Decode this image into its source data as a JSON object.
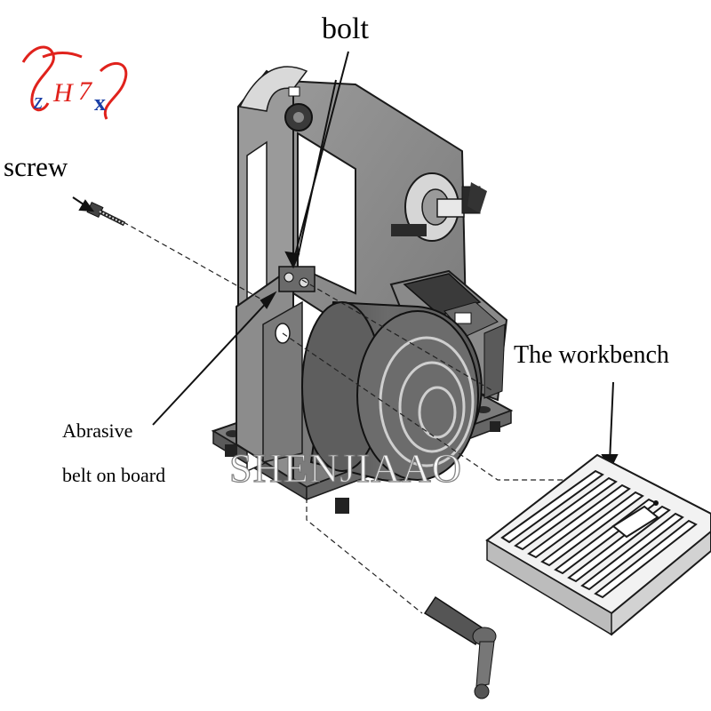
{
  "labels": {
    "bolt": "bolt",
    "screw": "screw",
    "workbench": "The workbench",
    "abrasive_line1": "Abrasive",
    "abrasive_line2": "belt on board"
  },
  "watermark": "SHENJIAAO",
  "logo": {
    "text": "ZH7X",
    "color": "#e0221c",
    "accent": "#1a3fa6"
  },
  "colors": {
    "machine_body": "#8a8a8a",
    "machine_dark": "#5a5a5a",
    "outline": "#1a1a1a",
    "workbench_fill": "#f2f2f2"
  }
}
